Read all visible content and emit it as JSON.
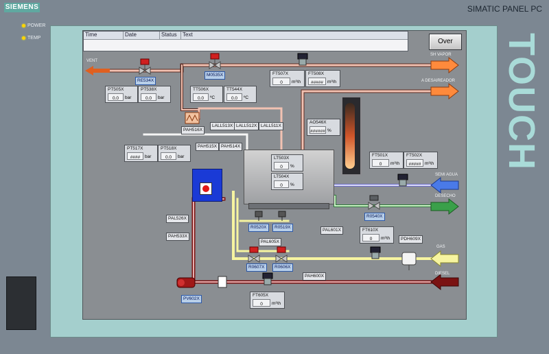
{
  "device": {
    "brand": "SIEMENS",
    "model": "SIMATIC PANEL PC",
    "touch_label": "TOUCH"
  },
  "leds": [
    {
      "label": "POWER"
    },
    {
      "label": "TEMP"
    }
  ],
  "alarm_view": {
    "columns": [
      "Time",
      "Date",
      "Status",
      "Text"
    ]
  },
  "buttons": {
    "over": "Over"
  },
  "flows": {
    "vent": "VENT",
    "sh_vapor": "SH VAPOR",
    "desaireador": "A DESAIREADOR",
    "semi_agua": "SEMI AGUA",
    "desecho": "DESECHO",
    "gas": "GAS",
    "diesel": "DIESEL"
  },
  "tags": {
    "re534x": "RE534X",
    "m0535x": "M0535X",
    "pah516x": "PAH516X",
    "lall513x": "LALL513X",
    "lall512x": "LALL512X",
    "lall511x": "LALL511X",
    "pah515x": "PAH515X",
    "pah514x": "PAH514X",
    "pal526x": "PAL526X",
    "pah533x": "PAH533X",
    "r0520x": "R0520X",
    "r0519x": "R0519X",
    "pal605x": "PAL605X",
    "r0607x": "R0607X",
    "r0606x": "R0606X",
    "pv602x": "PV602X",
    "pah600x": "PAH600X",
    "pal601x": "PAL601X",
    "pdh609x": "PDH609X",
    "r0540x": "R0540X"
  },
  "displays": {
    "pt505x": {
      "tag": "PT505X",
      "value": "0.0",
      "unit": "bar"
    },
    "pt538x": {
      "tag": "PT538X",
      "value": "0.0",
      "unit": "bar"
    },
    "tt506x": {
      "tag": "TT506X",
      "value": "0.0",
      "unit": "ºC"
    },
    "tt544x": {
      "tag": "TT544X",
      "value": "0.0",
      "unit": "ºC"
    },
    "ft507x": {
      "tag": "FT507X",
      "value": "0",
      "unit": "m³\\h"
    },
    "ft508x": {
      "tag": "FT508X",
      "value": "#####",
      "unit": "m³\\h"
    },
    "ao546x": {
      "tag": "AO546X",
      "value": "######",
      "unit": "%"
    },
    "pt517x": {
      "tag": "PT517X",
      "value": "####",
      "unit": "bar"
    },
    "pt518x": {
      "tag": "PT518X",
      "value": "0.0",
      "unit": "bar"
    },
    "lt503x": {
      "tag": "LT503X",
      "value": "0",
      "unit": "%"
    },
    "lt504x": {
      "tag": "LT504X",
      "value": "0",
      "unit": "%"
    },
    "ft501x": {
      "tag": "FT501X",
      "value": "0",
      "unit": "m³\\h"
    },
    "ft502x": {
      "tag": "FT502X",
      "value": "#####",
      "unit": "m³\\h"
    },
    "ft610x": {
      "tag": "FT610X",
      "value": "0",
      "unit": "m³\\h"
    },
    "ft605x": {
      "tag": "FT605X",
      "value": "0",
      "unit": "m³\\h"
    }
  },
  "colors": {
    "vent": "#e06020",
    "steam": "#ff8a3c",
    "water": "#4070e8",
    "drain": "#3aa04a",
    "gas": "#f6f4a0",
    "diesel": "#7a1212"
  }
}
